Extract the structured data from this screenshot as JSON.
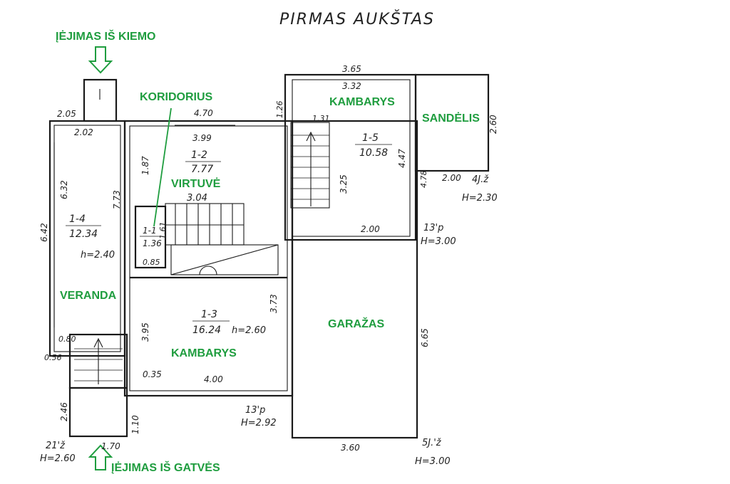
{
  "title": "PIRMAS AUKŠTAS",
  "colors": {
    "label": "#1f9d3f",
    "ink": "#1a1a1a"
  },
  "labels": {
    "entry_yard": "ĮĖJIMAS IŠ KIEMO",
    "entry_street": "ĮĖJIMAS IŠ GATVĖS",
    "koridorius": "KORIDORIUS",
    "virtuve": "VIRTUVĖ",
    "veranda": "VERANDA",
    "kambarys_1": "KAMBARYS",
    "kambarys_2": "KAMBARYS",
    "sandelis": "SANDĖLIS",
    "garazas": "GARAŽAS"
  },
  "rooms": {
    "r12": {
      "id": "1-2",
      "area": "7.77"
    },
    "r11": {
      "id": "1-1",
      "area": "1.36"
    },
    "r14": {
      "id": "1-4",
      "area": "12.34",
      "h": "h=2.40"
    },
    "r13": {
      "id": "1-3",
      "area": "16.24",
      "h": "h=2.60"
    },
    "r15": {
      "id": "1-5",
      "area": "10.58"
    }
  },
  "dims": {
    "d205": "2.05",
    "d202": "2.02",
    "d470": "4.70",
    "d399": "3.99",
    "d187": "1.87",
    "d773": "7.73",
    "d632": "6.32",
    "d642": "6.42",
    "d304": "3.04",
    "d161": "1.61",
    "d085": "0.85",
    "d395": "3.95",
    "d373": "3.73",
    "d035": "0.35",
    "d400": "4.00",
    "d080": "0.80",
    "d056": "0.56",
    "d246": "2.46",
    "d110": "1.10",
    "d170": "1.70",
    "d365": "3.65",
    "d332": "3.32",
    "d126": "1.26",
    "d131": "1.31",
    "d325": "3.25",
    "d447": "4.47",
    "d200a": "2.00",
    "d260": "2.60",
    "d200b": "2.00",
    "d478": "4.78",
    "d665": "6.65",
    "d360": "3.60"
  },
  "notes": {
    "n4": "4J.ž",
    "n4h": "H=2.30",
    "n13a": "13'p",
    "n13ah": "H=3.00",
    "n13b": "13'p",
    "n13bh": "H=2.92",
    "n21": "21'ž",
    "n21h": "H=2.60",
    "n53": "5J.'ž",
    "n53h": "H=3.00"
  }
}
